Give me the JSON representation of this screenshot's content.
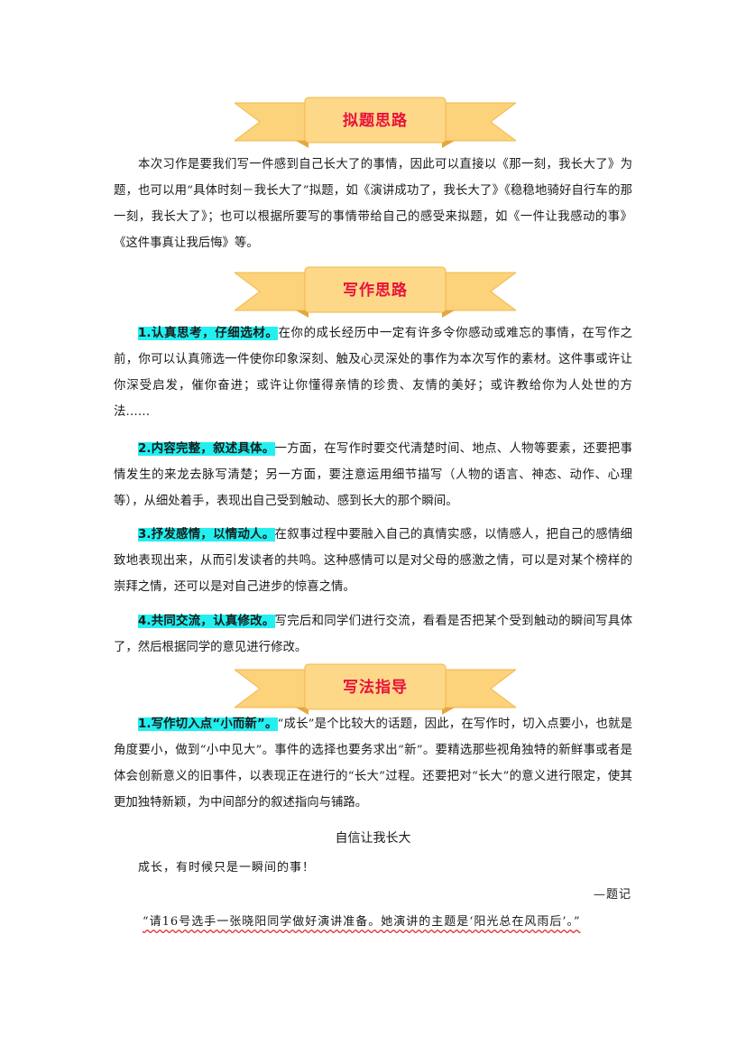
{
  "sections": {
    "title_banner": "拟题思路",
    "writing_banner": "写作思路",
    "guide_banner": "写法指导"
  },
  "intro_paragraph": "本次习作是要我们写一件感到自己长大了的事情，因此可以直接以《那一刻，我长大了》为题，也可以用“具体时刻－我长大了”拟题，如《演讲成功了，我长大了》《稳稳地骑好自行车的那一刻，我长大了》；也可以根据所要写的事情带给自己的感受来拟题，如《一件让我感动的事》《这件事真让我后悔》等。",
  "writing_points": [
    {
      "head": "1.认真思考，仔细选材。",
      "body": "在你的成长经历中一定有许多令你感动或难忘的事情，在写作之前，你可以认真筛选一件使你印象深刻、触及心灵深处的事作为本次写作的素材。这件事或许让你深受启发，催你奋进；或许让你懂得亲情的珍贵、友情的美好；或许教给你为人处世的方法……"
    },
    {
      "head": "2.内容完整，叙述具体。",
      "body": "一方面，在写作时要交代清楚时间、地点、人物等要素，还要把事情发生的来龙去脉写清楚；另一方面，要注意运用细节描写（人物的语言、神态、动作、心理等），从细处着手，表现出自己受到触动、感到长大的那个瞬间。"
    },
    {
      "head": "3.抒发感情，以情动人。",
      "body": "在叙事过程中要融入自己的真情实感，以情感人，把自己的感情细致地表现出来，从而引发读者的共鸣。这种感情可以是对父母的感激之情，可以是对某个榜样的崇拜之情，还可以是对自己进步的惊喜之情。"
    },
    {
      "head": "4.共同交流，认真修改。",
      "body": "写完后和同学们进行交流，看看是否把某个受到触动的瞬间写具体了，然后根据同学的意见进行修改。"
    }
  ],
  "guide_points": [
    {
      "head": "1.写作切入点“小而新”。",
      "body": "“成长”是个比较大的话题，因此，在写作时，切入点要小，也就是角度要小，做到“小中见大”。事件的选择也要务求出“新”。要精选那些视角独特的新鲜事或者是体会创新意义的旧事件，以表现正在进行的“长大”过程。还要把对“长大”的意义进行限定，使其更加独特新颖，为中间部分的叙述指向与铺路。"
    }
  ],
  "essay": {
    "title": "自信让我长大",
    "epigraph": "成长，有时候只是一瞬间的事！",
    "signature": "—题记",
    "first_line": "“请16号选手一张晓阳同学做好演讲准备。她演讲的主题是‘阳光总在风雨后’。”"
  },
  "colors": {
    "banner_text": "#e8123c",
    "highlight": "#22f0f0",
    "banner_fill": "#fcd27a"
  }
}
